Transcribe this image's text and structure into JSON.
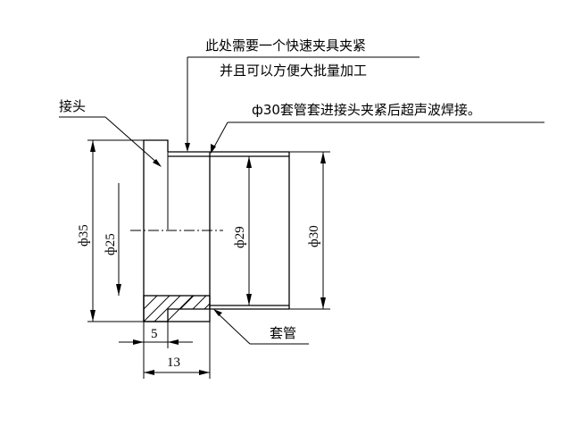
{
  "notes": {
    "clamp_line1": "此处需要一个快速夹具夹紧",
    "clamp_line2": "并且可以方便大批量加工",
    "weld_note": "ф30套管套进接头夹紧后超声波焊接。",
    "connector_label": "接头",
    "sleeve_label": "套管"
  },
  "dimensions": {
    "d35": "ф35",
    "d25": "ф25",
    "d29": "ф29",
    "d30": "ф30",
    "len5": "5",
    "len13": "13"
  }
}
